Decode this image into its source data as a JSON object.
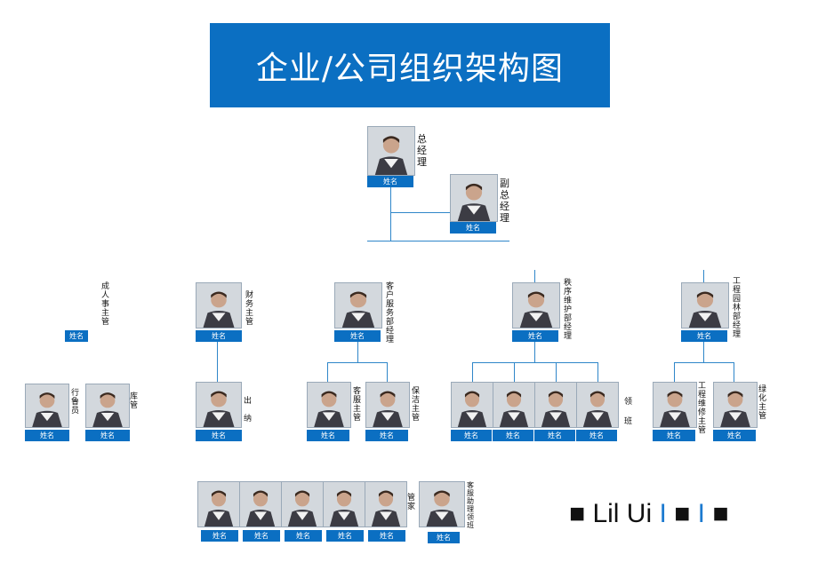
{
  "title": "企业/公司组织架构图",
  "name_placeholder": "姓名",
  "roles": {
    "general_manager": "总经理",
    "deputy_gm": "副总经理",
    "hr_manager": "成人事主管",
    "admin_staff": "行鲁员",
    "warehouse": "库管",
    "finance_manager": "财务主管",
    "cashier": "出纳",
    "cs_manager": "客户服务部经理",
    "cs_supervisor": "客服主管",
    "cleaning_supervisor": "保洁主管",
    "security_manager": "秩序维护部经理",
    "team_leader": "领班",
    "engineering_manager": "工程园林部经理",
    "maintenance_supervisor": "工程维修主管",
    "greening_supervisor": "绿化主管",
    "housekeeper": "管家",
    "cs_assistant": "客服助理领班"
  },
  "footer_brand": "■ Lil Ui",
  "footer_tail": "■",
  "footer_bar": "I",
  "colors": {
    "accent": "#0b6fc2",
    "line": "#2f86c9"
  }
}
